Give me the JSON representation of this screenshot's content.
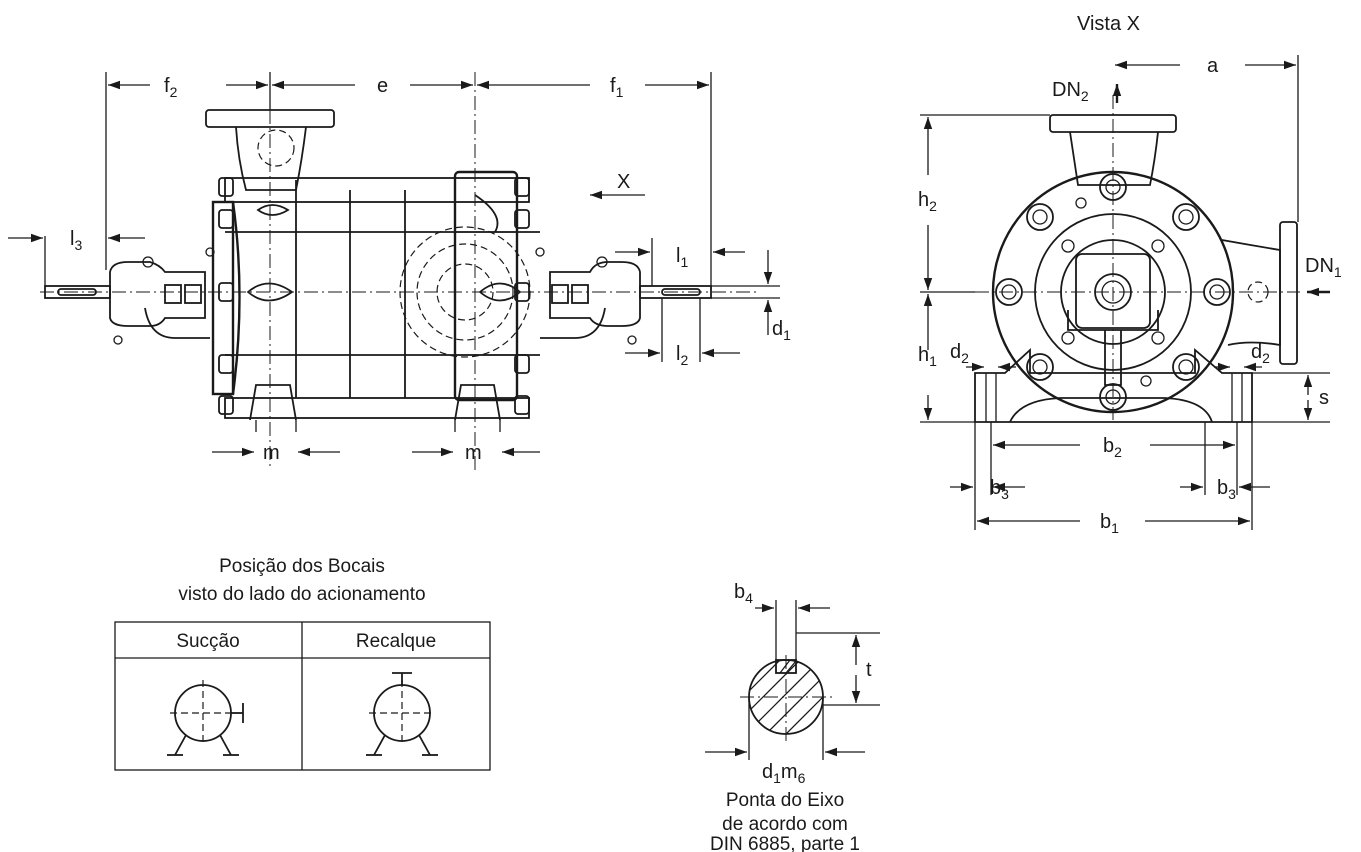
{
  "view_title": "Vista X",
  "dimensions": {
    "f2": {
      "main": "f",
      "sub": "2"
    },
    "e": {
      "main": "e",
      "sub": ""
    },
    "f1": {
      "main": "f",
      "sub": "1"
    },
    "x_arrow": {
      "main": "X",
      "sub": ""
    },
    "l3": {
      "main": "l",
      "sub": "3"
    },
    "l1": {
      "main": "l",
      "sub": "1"
    },
    "l2": {
      "main": "l",
      "sub": "2"
    },
    "d1": {
      "main": "d",
      "sub": "1"
    },
    "m_left": {
      "main": "m",
      "sub": ""
    },
    "m_right": {
      "main": "m",
      "sub": ""
    },
    "a": {
      "main": "a",
      "sub": ""
    },
    "dn2": {
      "main": "DN",
      "sub": "2"
    },
    "dn1": {
      "main": "DN",
      "sub": "1"
    },
    "h2": {
      "main": "h",
      "sub": "2"
    },
    "h1": {
      "main": "h",
      "sub": "1"
    },
    "d2_left": {
      "main": "d",
      "sub": "2"
    },
    "d2_right": {
      "main": "d",
      "sub": "2"
    },
    "s": {
      "main": "s",
      "sub": ""
    },
    "b2": {
      "main": "b",
      "sub": "2"
    },
    "b3_left": {
      "main": "b",
      "sub": "3"
    },
    "b3_right": {
      "main": "b",
      "sub": "3"
    },
    "b1": {
      "main": "b",
      "sub": "1"
    },
    "b4": {
      "main": "b",
      "sub": "4"
    },
    "t": {
      "main": "t",
      "sub": ""
    }
  },
  "shaft_dim": {
    "d": "d",
    "d_sub": "1",
    "m": "m",
    "m_sub": "6"
  },
  "nozzle_table": {
    "title_line1": "Posição dos Bocais",
    "title_line2": "visto do lado do acionamento",
    "col_suction": "Sucção",
    "col_discharge": "Recalque"
  },
  "shaft_caption": {
    "line1": "Ponta do Eixo",
    "line2": "de acordo com",
    "line3": "DIN 6885, parte 1"
  }
}
